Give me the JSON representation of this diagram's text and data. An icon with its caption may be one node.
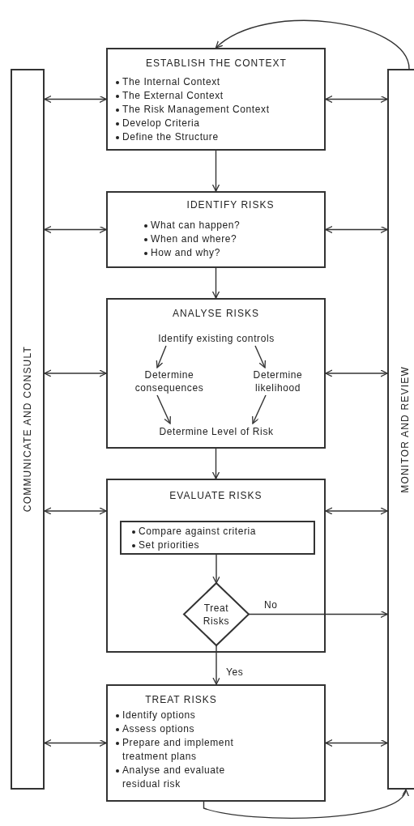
{
  "diagram": {
    "nodes": [
      {
        "text": [
          "COMMUNICATE AND CONSULT"
        ]
      },
      {
        "text": [
          "ESTABLISH THE CONTEXT",
          "The Internal Context",
          "The External Context",
          "The Risk Management Context",
          "Develop Criteria",
          "Define the Structure"
        ]
      },
      {
        "text": [
          "IDENTIFY RISKS",
          "What can happen?",
          "When and where?",
          "How and why?"
        ]
      },
      {
        "text": [
          "ANALYSE RISKS"
        ]
      },
      {
        "text": [
          "Identify existing controls"
        ],
        "in": 3
      },
      {
        "text": [
          "Determine consequences"
        ],
        "in": 3
      },
      {
        "text": [
          "Determine likelihood"
        ],
        "in": 3
      },
      {
        "text": [
          "Determine Level of Risk"
        ],
        "in": 3
      },
      {
        "text": [
          "EVALUATE RISKS"
        ]
      },
      {
        "text": [
          "Compare against criteria",
          "Set priorities"
        ],
        "in": 8
      },
      {
        "text": [
          "Treat Risks"
        ],
        "in": 8
      },
      {
        "text": [
          "TREAT RISKS",
          "Identify options",
          "Assess options",
          "Prepare and implement treatment plans",
          "Analyse and evaluate residual risk"
        ]
      },
      {
        "text": [
          "MONITOR AND REVIEW"
        ]
      }
    ],
    "edges": [
      {
        "from": 0,
        "to": 1,
        "arrow": "both"
      },
      {
        "from": 0,
        "to": 2,
        "arrow": "both"
      },
      {
        "from": 0,
        "to": 3,
        "arrow": "both"
      },
      {
        "from": 0,
        "to": 8,
        "arrow": "both"
      },
      {
        "from": 0,
        "to": 11,
        "arrow": "both"
      },
      {
        "from": 1,
        "to": 12,
        "arrow": "both"
      },
      {
        "from": 2,
        "to": 12,
        "arrow": "both"
      },
      {
        "from": 3,
        "to": 12,
        "arrow": "both"
      },
      {
        "from": 8,
        "to": 12,
        "arrow": "both"
      },
      {
        "from": 11,
        "to": 12,
        "arrow": "both"
      },
      {
        "from": 1,
        "to": 2,
        "arrow": "to"
      },
      {
        "from": 2,
        "to": 3,
        "arrow": "to"
      },
      {
        "from": 3,
        "to": 8,
        "arrow": "to"
      },
      {
        "from": 4,
        "to": 5,
        "arrow": "to"
      },
      {
        "from": 4,
        "to": 6,
        "arrow": "to"
      },
      {
        "from": 5,
        "to": 7,
        "arrow": "to"
      },
      {
        "from": 6,
        "to": 7,
        "arrow": "to"
      },
      {
        "from": 9,
        "to": 10,
        "arrow": "to"
      },
      {
        "from": 10,
        "to": 12,
        "arrow": "to",
        "label": "No"
      },
      {
        "from": 10,
        "to": 11,
        "arrow": "to",
        "label": "Yes"
      },
      {
        "from": 12,
        "to": 1,
        "arrow": "to"
      },
      {
        "from": 11,
        "to": 12,
        "arrow": "to"
      }
    ]
  }
}
